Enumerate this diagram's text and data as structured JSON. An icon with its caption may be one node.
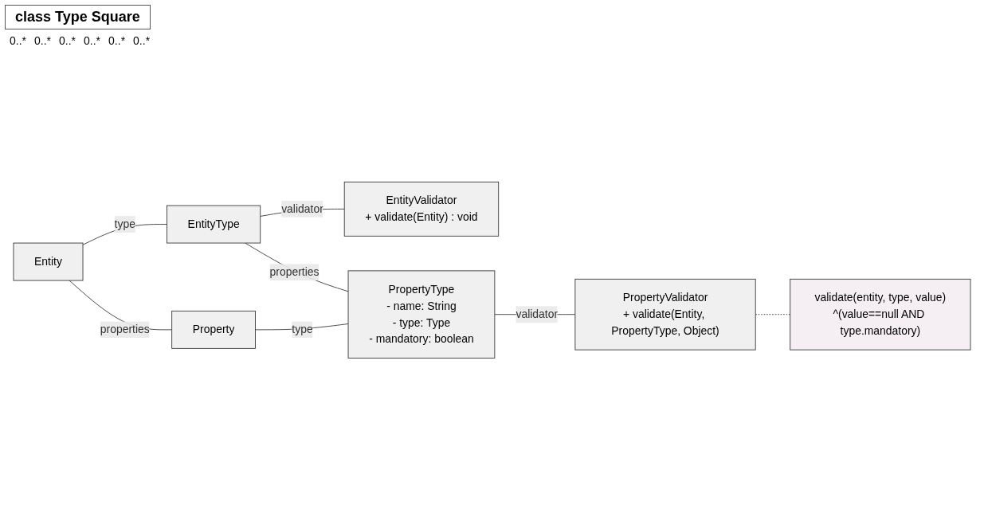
{
  "diagram": {
    "title": "class Type Square",
    "nodes": [
      {
        "text": [
          "Entity"
        ]
      },
      {
        "text": [
          "EntityType"
        ]
      },
      {
        "text": [
          "EntityValidator",
          "+ validate(Entity) : void"
        ]
      },
      {
        "text": [
          "Property"
        ]
      },
      {
        "text": [
          "PropertyType",
          "- name: String",
          "- type: Type",
          "- mandatory: boolean"
        ]
      },
      {
        "text": [
          "PropertyValidator",
          "+ validate(Entity, PropertyType, Object)"
        ]
      },
      {
        "text": [
          "validate(entity, type, value)",
          "^(value==null AND type.mandatory)"
        ]
      }
    ],
    "edges": [
      {
        "from": 0,
        "to": 1,
        "arrow": "none",
        "label": "type"
      },
      {
        "from": 1,
        "to": 2,
        "arrow": "none",
        "label": "validator"
      },
      {
        "from": 0,
        "to": 3,
        "arrow": "none",
        "label": "properties"
      },
      {
        "from": 1,
        "to": 4,
        "arrow": "none",
        "label": "properties"
      },
      {
        "from": 3,
        "to": 4,
        "arrow": "none",
        "label": "type"
      },
      {
        "from": 4,
        "to": 5,
        "arrow": "none",
        "label": "validator"
      },
      {
        "from": 5,
        "to": 6,
        "arrow": "none",
        "style": "dashed"
      }
    ],
    "labels": [
      "0..*",
      "0..*",
      "0..*",
      "0..*",
      "0..*",
      "0..*"
    ]
  }
}
